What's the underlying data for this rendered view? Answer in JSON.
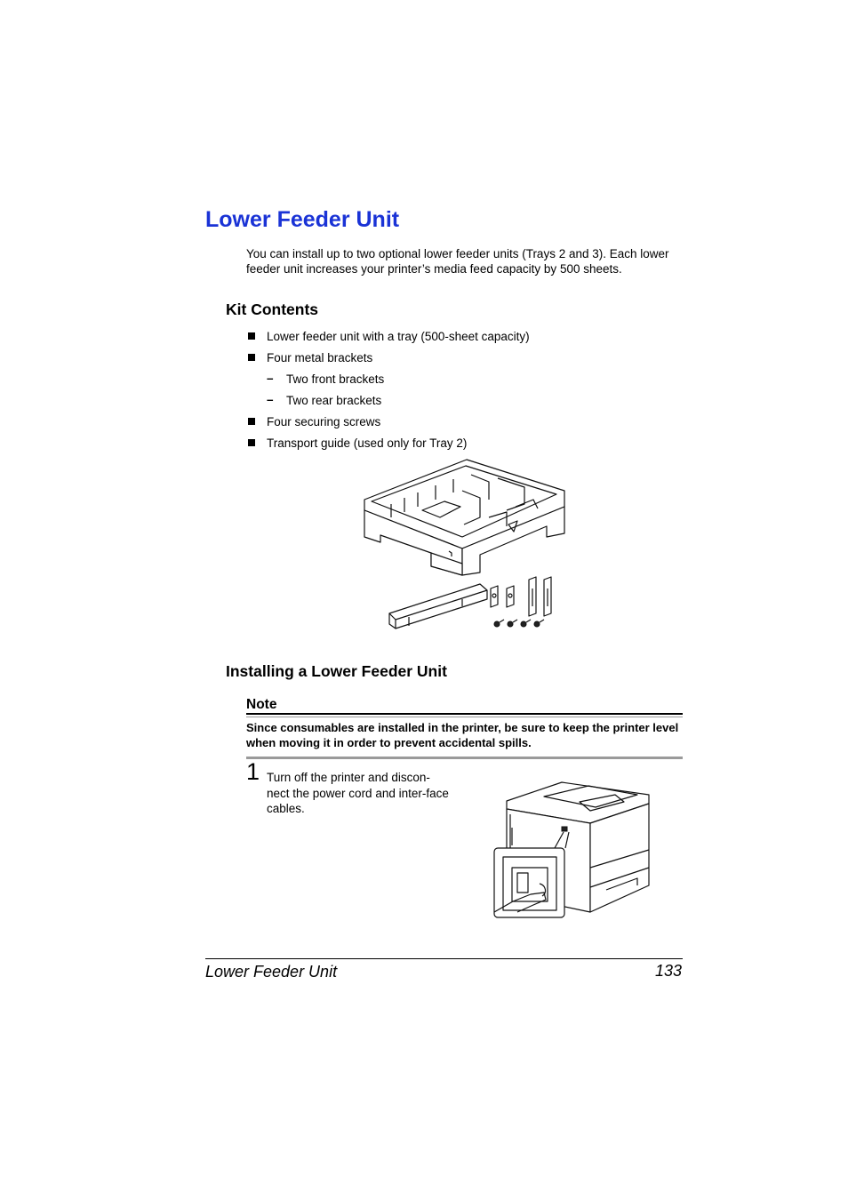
{
  "section": {
    "title": "Lower Feeder Unit",
    "intro": "You can install up to two optional lower feeder units (Trays 2 and 3). Each lower feeder unit increases your printer’s media feed capacity by 500 sheets."
  },
  "kit": {
    "heading": "Kit Contents",
    "items": [
      "Lower feeder unit with a tray (500-sheet capacity)",
      "Four metal brackets",
      "Two front brackets",
      "Two rear brackets",
      "Four securing screws",
      "Transport guide (used only for Tray 2)"
    ],
    "dash": "–"
  },
  "install": {
    "heading": "Installing a Lower Feeder Unit",
    "note_label": "Note",
    "note_text": "Since consumables are installed in the printer, be sure to keep the printer level when moving it in order to prevent accidental spills.",
    "step_number": "1",
    "step_text": "Turn off the printer and discon-nect the power cord and inter-face cables."
  },
  "footer": {
    "left": "Lower Feeder Unit",
    "page_number": "133"
  }
}
